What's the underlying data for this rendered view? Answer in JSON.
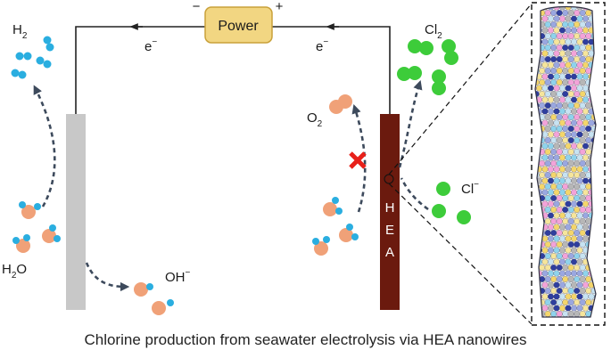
{
  "colors": {
    "wire": "#222222",
    "power_fill": "#f2d682",
    "power_stroke": "#c9a13a",
    "cathode": "#c8c8c8",
    "anode": "#6b1a0e",
    "oxygen_atom": "#f0a178",
    "hydrogen_atom": "#2aaee0",
    "chlorine": "#3dcc3a",
    "cross": "#e8201a",
    "arrow": "#3d4a5c"
  },
  "labels": {
    "power": "Power",
    "minus": "−",
    "plus": "+",
    "electron_left": "e",
    "electron_right": "e",
    "electron_charge": "−",
    "h2_base": "H",
    "h2_sub": "2",
    "cl2_base": "Cl",
    "cl2_sub": "2",
    "o2_base": "O",
    "o2_sub": "2",
    "h2o_h": "H",
    "h2o_sub": "2",
    "h2o_o": "O",
    "oh_base": "OH",
    "oh_charge": "−",
    "cl_ion_base": "Cl",
    "cl_ion_charge": "−",
    "anode_text": [
      "H",
      "E",
      "A"
    ]
  },
  "icons": [
    "power-supply",
    "hydrogen-molecule-icon",
    "water-molecule-icon",
    "hydroxide-icon",
    "oxygen-molecule-icon",
    "chlorine-molecule-icon",
    "chloride-ion-icon",
    "cross-icon",
    "nanowire-icon"
  ],
  "caption": "Chlorine production from seawater electrolysis via HEA nanowires"
}
